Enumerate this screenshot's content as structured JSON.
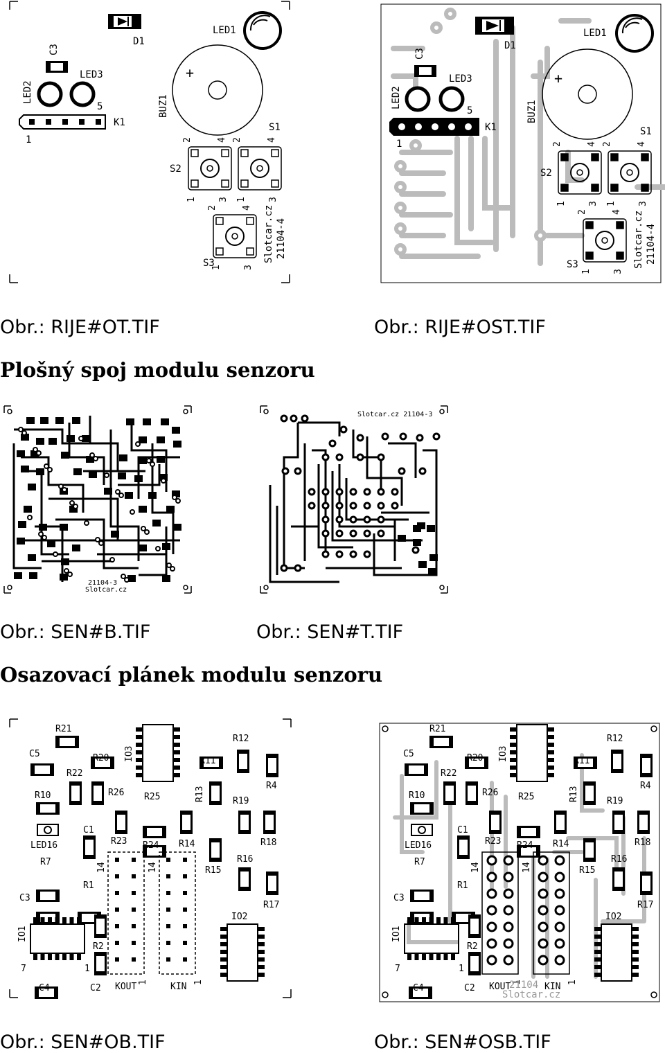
{
  "top_boards": {
    "label_d1": "D1",
    "label_led1": "LED1",
    "label_c3": "C3",
    "label_led3": "LED3",
    "label_led2": "LED2",
    "label_buz1": "BUZ1",
    "label_k1": "K1",
    "label_s1": "S1",
    "label_s2": "S2",
    "label_s3": "S3",
    "pin_1": "1",
    "pin_2": "2",
    "pin_3": "3",
    "pin_4": "4",
    "pin_5": "5",
    "plus": "+",
    "brand": "Slotcar.cz",
    "code": "21104-4"
  },
  "captions": {
    "rije_ot": "Obr.: RIJE#OT.TIF",
    "rije_ost": "Obr.: RIJE#OST.TIF",
    "sen_b": "Obr.: SEN#B.TIF",
    "sen_t": "Obr.: SEN#T.TIF",
    "sen_ob": "Obr.: SEN#OB.TIF",
    "sen_osb": "Obr.: SEN#OSB.TIF"
  },
  "headings": {
    "plosny_spoj": "Plošný spoj modulu senzoru",
    "osazovaci": "Osazovací plánek modulu senzoru"
  },
  "pcb_boards": {
    "bottom_code": "21104-3",
    "bottom_brand": "Slotcar.cz",
    "top_title": "Slotcar.cz 21104-3"
  },
  "assembly": {
    "labels": {
      "r21": "R21",
      "c5": "C5",
      "r20": "R20",
      "io3": "IO3",
      "r12": "R12",
      "r11": "R11",
      "r22": "R22",
      "r26": "R26",
      "r25": "R25",
      "r13": "R13",
      "r4": "R4",
      "r10": "R10",
      "r19": "R19",
      "c1": "C1",
      "led16": "LED16",
      "r23": "R23",
      "r24": "R24",
      "r14": "R14",
      "r18": "R18",
      "r7": "R7",
      "r15": "R15",
      "r16": "R16",
      "r1": "R1",
      "c3": "C3",
      "io2": "IO2",
      "r17": "R17",
      "io1": "IO1",
      "r2": "R2",
      "c4": "C4",
      "c2": "C2",
      "kout": "KOUT",
      "kin": "KIN",
      "n14": "14",
      "n1": "1",
      "n7": "7"
    },
    "overlay_code": "21104",
    "overlay_brand": "Slotcar.cz"
  }
}
